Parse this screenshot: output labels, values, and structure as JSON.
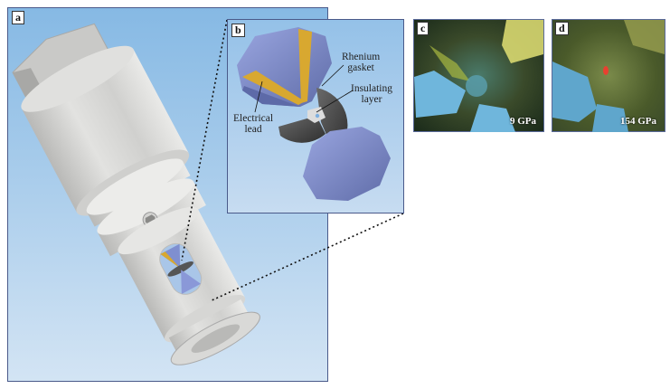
{
  "figure": {
    "panels": [
      {
        "id": "a",
        "label": "a",
        "description": "Diamond anvil cell body rendering"
      },
      {
        "id": "b",
        "label": "b",
        "description": "Exploded view of anvils and gasket"
      },
      {
        "id": "c",
        "label": "c",
        "pressure": "9 GPa"
      },
      {
        "id": "d",
        "label": "d",
        "pressure": "154 GPa"
      }
    ],
    "annotations": {
      "rhenium_gasket": [
        "Rhenium",
        "gasket"
      ],
      "insulating_layer": [
        "Insulating",
        "layer"
      ],
      "electrical_lead": [
        "Electrical",
        "lead"
      ]
    },
    "colors": {
      "panel_bg_top": "#8cbde6",
      "panel_bg_bottom": "#cfe2f3",
      "panel_border": "#4a5a8a",
      "anvil_blue": "#7f8fd0",
      "lead_gold": "#d8a830",
      "gasket_gray": "#555555",
      "body_gray": "#d8d8d6"
    }
  }
}
